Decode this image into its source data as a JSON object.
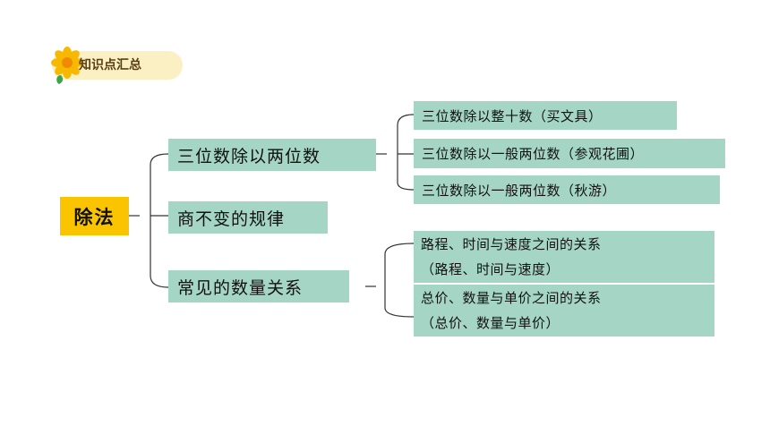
{
  "header": {
    "title": "知识点汇总"
  },
  "diagram": {
    "root": "除法",
    "branch1": {
      "label": "三位数除以两位数",
      "children": [
        "三位数除以整十数（买文具）",
        "三位数除以一般两位数（参观花圃）",
        "三位数除以一般两位数（秋游）"
      ]
    },
    "branch2": {
      "label": "商不变的规律"
    },
    "branch3": {
      "label": "常见的数量关系",
      "children": [
        {
          "line1": "路程、时间与速度之间的关系",
          "line2": "（路程、时间与速度）"
        },
        {
          "line1": "总价、数量与单价之间的关系",
          "line2": "（总价、数量与单价）"
        }
      ]
    }
  },
  "colors": {
    "node_fill": "#a5d6c5",
    "root_fill": "#fac400",
    "badge_fill": "#fbefc4",
    "connector": "#333333"
  }
}
